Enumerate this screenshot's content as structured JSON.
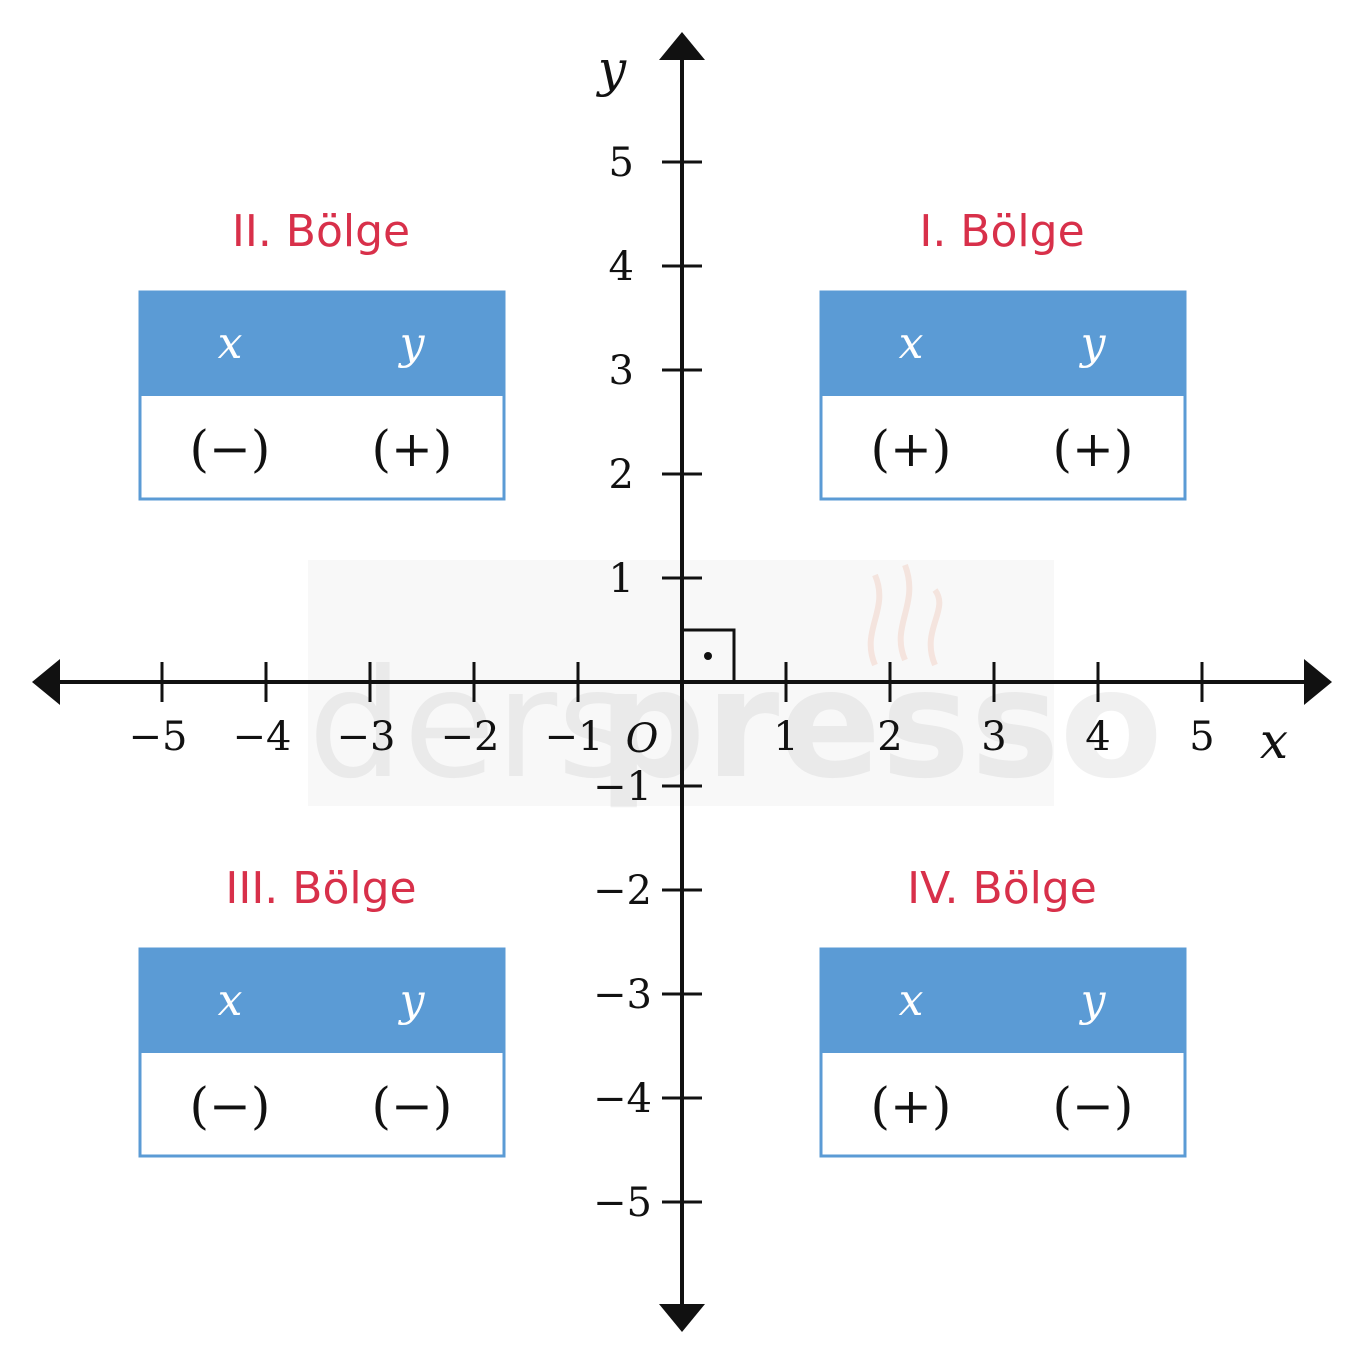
{
  "axes": {
    "x_name": "x",
    "y_name": "y",
    "origin": "O",
    "x_ticks": [
      "−5",
      "−4",
      "−3",
      "−2",
      "−1",
      "1",
      "2",
      "3",
      "4",
      "5"
    ],
    "y_ticks_positive": [
      "5",
      "4",
      "3",
      "2",
      "1"
    ],
    "y_ticks_negative": [
      "−1",
      "−2",
      "−3",
      "−4",
      "−5"
    ]
  },
  "quadrants": {
    "q1": {
      "title": "I. Bölge",
      "head_x": "x",
      "head_y": "y",
      "sign_x": "(+)",
      "sign_y": "(+)"
    },
    "q2": {
      "title": "II. Bölge",
      "head_x": "x",
      "head_y": "y",
      "sign_x": "(−)",
      "sign_y": "(+)"
    },
    "q3": {
      "title": "III. Bölge",
      "head_x": "x",
      "head_y": "y",
      "sign_x": "(−)",
      "sign_y": "(−)"
    },
    "q4": {
      "title": "IV. Bölge",
      "head_x": "x",
      "head_y": "y",
      "sign_x": "(+)",
      "sign_y": "(−)"
    }
  },
  "watermark": {
    "text_light": "ders",
    "text_bold": "presso"
  },
  "colors": {
    "title": "#d8304a",
    "table_header": "#5b9bd5",
    "table_border": "#5b9bd5",
    "axis": "#111111"
  }
}
